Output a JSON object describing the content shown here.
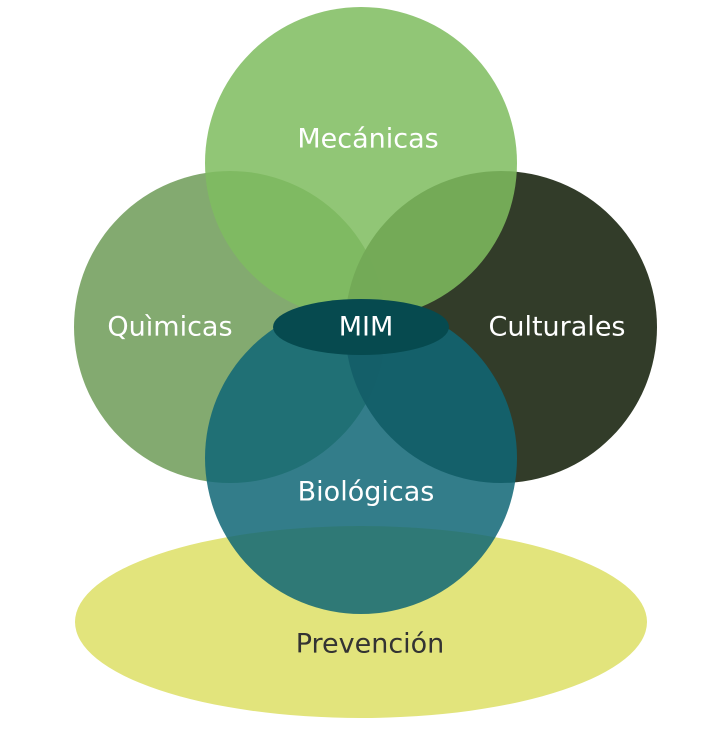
{
  "diagram": {
    "center_label": "MIM",
    "sets": {
      "mecanicas": {
        "label": "Mecánicas",
        "color": "#7fbd5f"
      },
      "quimicas": {
        "label": "Quìmicas",
        "color": "#7aa465"
      },
      "culturales": {
        "label": "Culturales",
        "color": "#2b3622"
      },
      "biologicas": {
        "label": "Biológicas",
        "color": "#0f6675"
      }
    },
    "base": {
      "label": "Prevención",
      "color": "#e2e47c"
    },
    "center_color": "#064a4f"
  }
}
